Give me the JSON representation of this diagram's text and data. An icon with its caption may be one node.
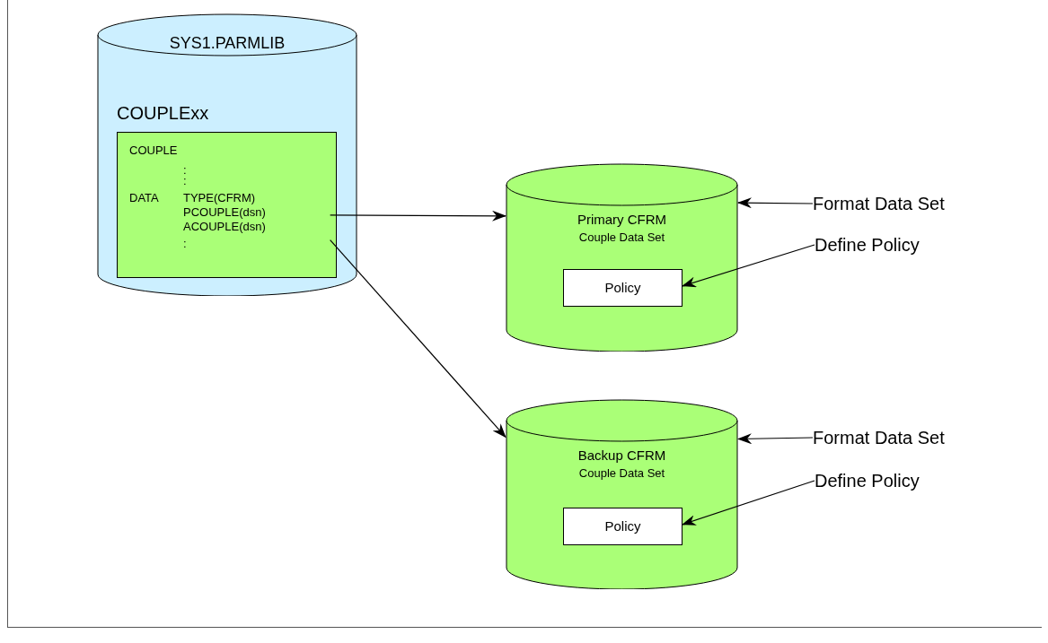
{
  "diagram": {
    "nodes": [
      {
        "text": [
          "SYS1.PARMLIB",
          "COUPLExx"
        ]
      },
      {
        "text": [
          "COUPLE",
          ":",
          ":",
          "DATA",
          "TYPE(CFRM)",
          "PCOUPLE(dsn)",
          "ACOUPLE(dsn)",
          ":"
        ],
        "in": 0
      },
      {
        "text": [
          "Primary CFRM",
          "Couple Data Set"
        ]
      },
      {
        "text": [
          "Policy"
        ],
        "in": 2
      },
      {
        "text": [
          "Format Data Set"
        ]
      },
      {
        "text": [
          "Define Policy"
        ]
      },
      {
        "text": [
          "Backup CFRM",
          "Couple Data Set"
        ]
      },
      {
        "text": [
          "Policy"
        ],
        "in": 6
      },
      {
        "text": [
          "Format Data Set"
        ]
      },
      {
        "text": [
          "Define Policy"
        ]
      }
    ],
    "edges": [
      {
        "from": 1,
        "to": 2,
        "arrow": "to"
      },
      {
        "from": 1,
        "to": 6,
        "arrow": "to"
      },
      {
        "from": 4,
        "to": 2,
        "arrow": "to"
      },
      {
        "from": 5,
        "to": 3,
        "arrow": "to"
      },
      {
        "from": 8,
        "to": 6,
        "arrow": "to"
      },
      {
        "from": 9,
        "to": 7,
        "arrow": "to"
      }
    ]
  }
}
